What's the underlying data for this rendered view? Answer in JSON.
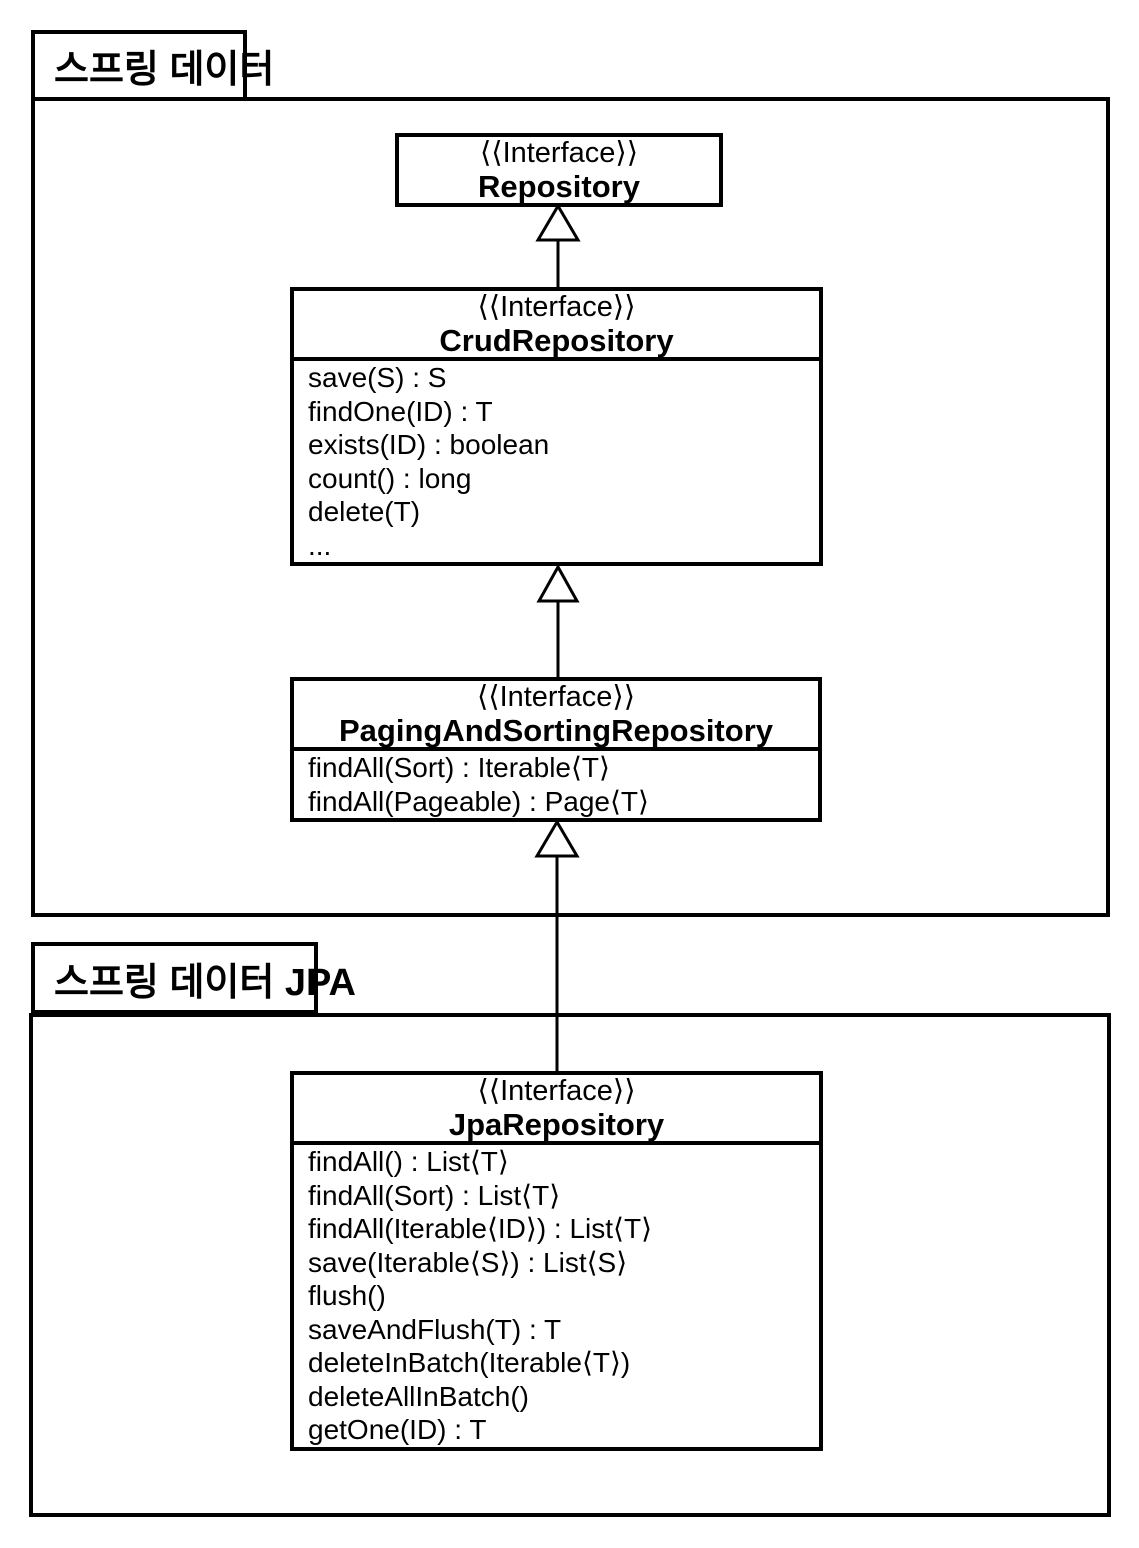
{
  "diagram": {
    "packages": {
      "spring_data": {
        "label": "스프링 데이터"
      },
      "spring_data_jpa": {
        "label": "스프링 데이터 JPA"
      }
    },
    "classes": {
      "repository": {
        "stereotype": "⟨⟨Interface⟩⟩",
        "name": "Repository",
        "methods": []
      },
      "crud_repository": {
        "stereotype": "⟨⟨Interface⟩⟩",
        "name": "CrudRepository",
        "methods": [
          "save(S) : S",
          "findOne(ID) : T",
          "exists(ID) : boolean",
          "count() : long",
          "delete(T)",
          "..."
        ]
      },
      "paging_and_sorting_repository": {
        "stereotype": "⟨⟨Interface⟩⟩",
        "name": "PagingAndSortingRepository",
        "methods": [
          "findAll(Sort) : Iterable⟨T⟩",
          "findAll(Pageable) : Page⟨T⟩"
        ]
      },
      "jpa_repository": {
        "stereotype": "⟨⟨Interface⟩⟩",
        "name": "JpaRepository",
        "methods": [
          "findAll() : List⟨T⟩",
          "findAll(Sort) : List⟨T⟩",
          "findAll(Iterable⟨ID⟩) : List⟨T⟩",
          "save(Iterable⟨S⟩) : List⟨S⟩",
          "flush()",
          "saveAndFlush(T) : T",
          "deleteInBatch(Iterable⟨T⟩)",
          "deleteAllInBatch()",
          "getOne(ID) : T"
        ]
      }
    },
    "relations": [
      {
        "from": "CrudRepository",
        "to": "Repository",
        "type": "generalization"
      },
      {
        "from": "PagingAndSortingRepository",
        "to": "CrudRepository",
        "type": "generalization"
      },
      {
        "from": "JpaRepository",
        "to": "PagingAndSortingRepository",
        "type": "generalization"
      }
    ],
    "colors": {
      "line": "#000000",
      "background": "#ffffff"
    }
  }
}
